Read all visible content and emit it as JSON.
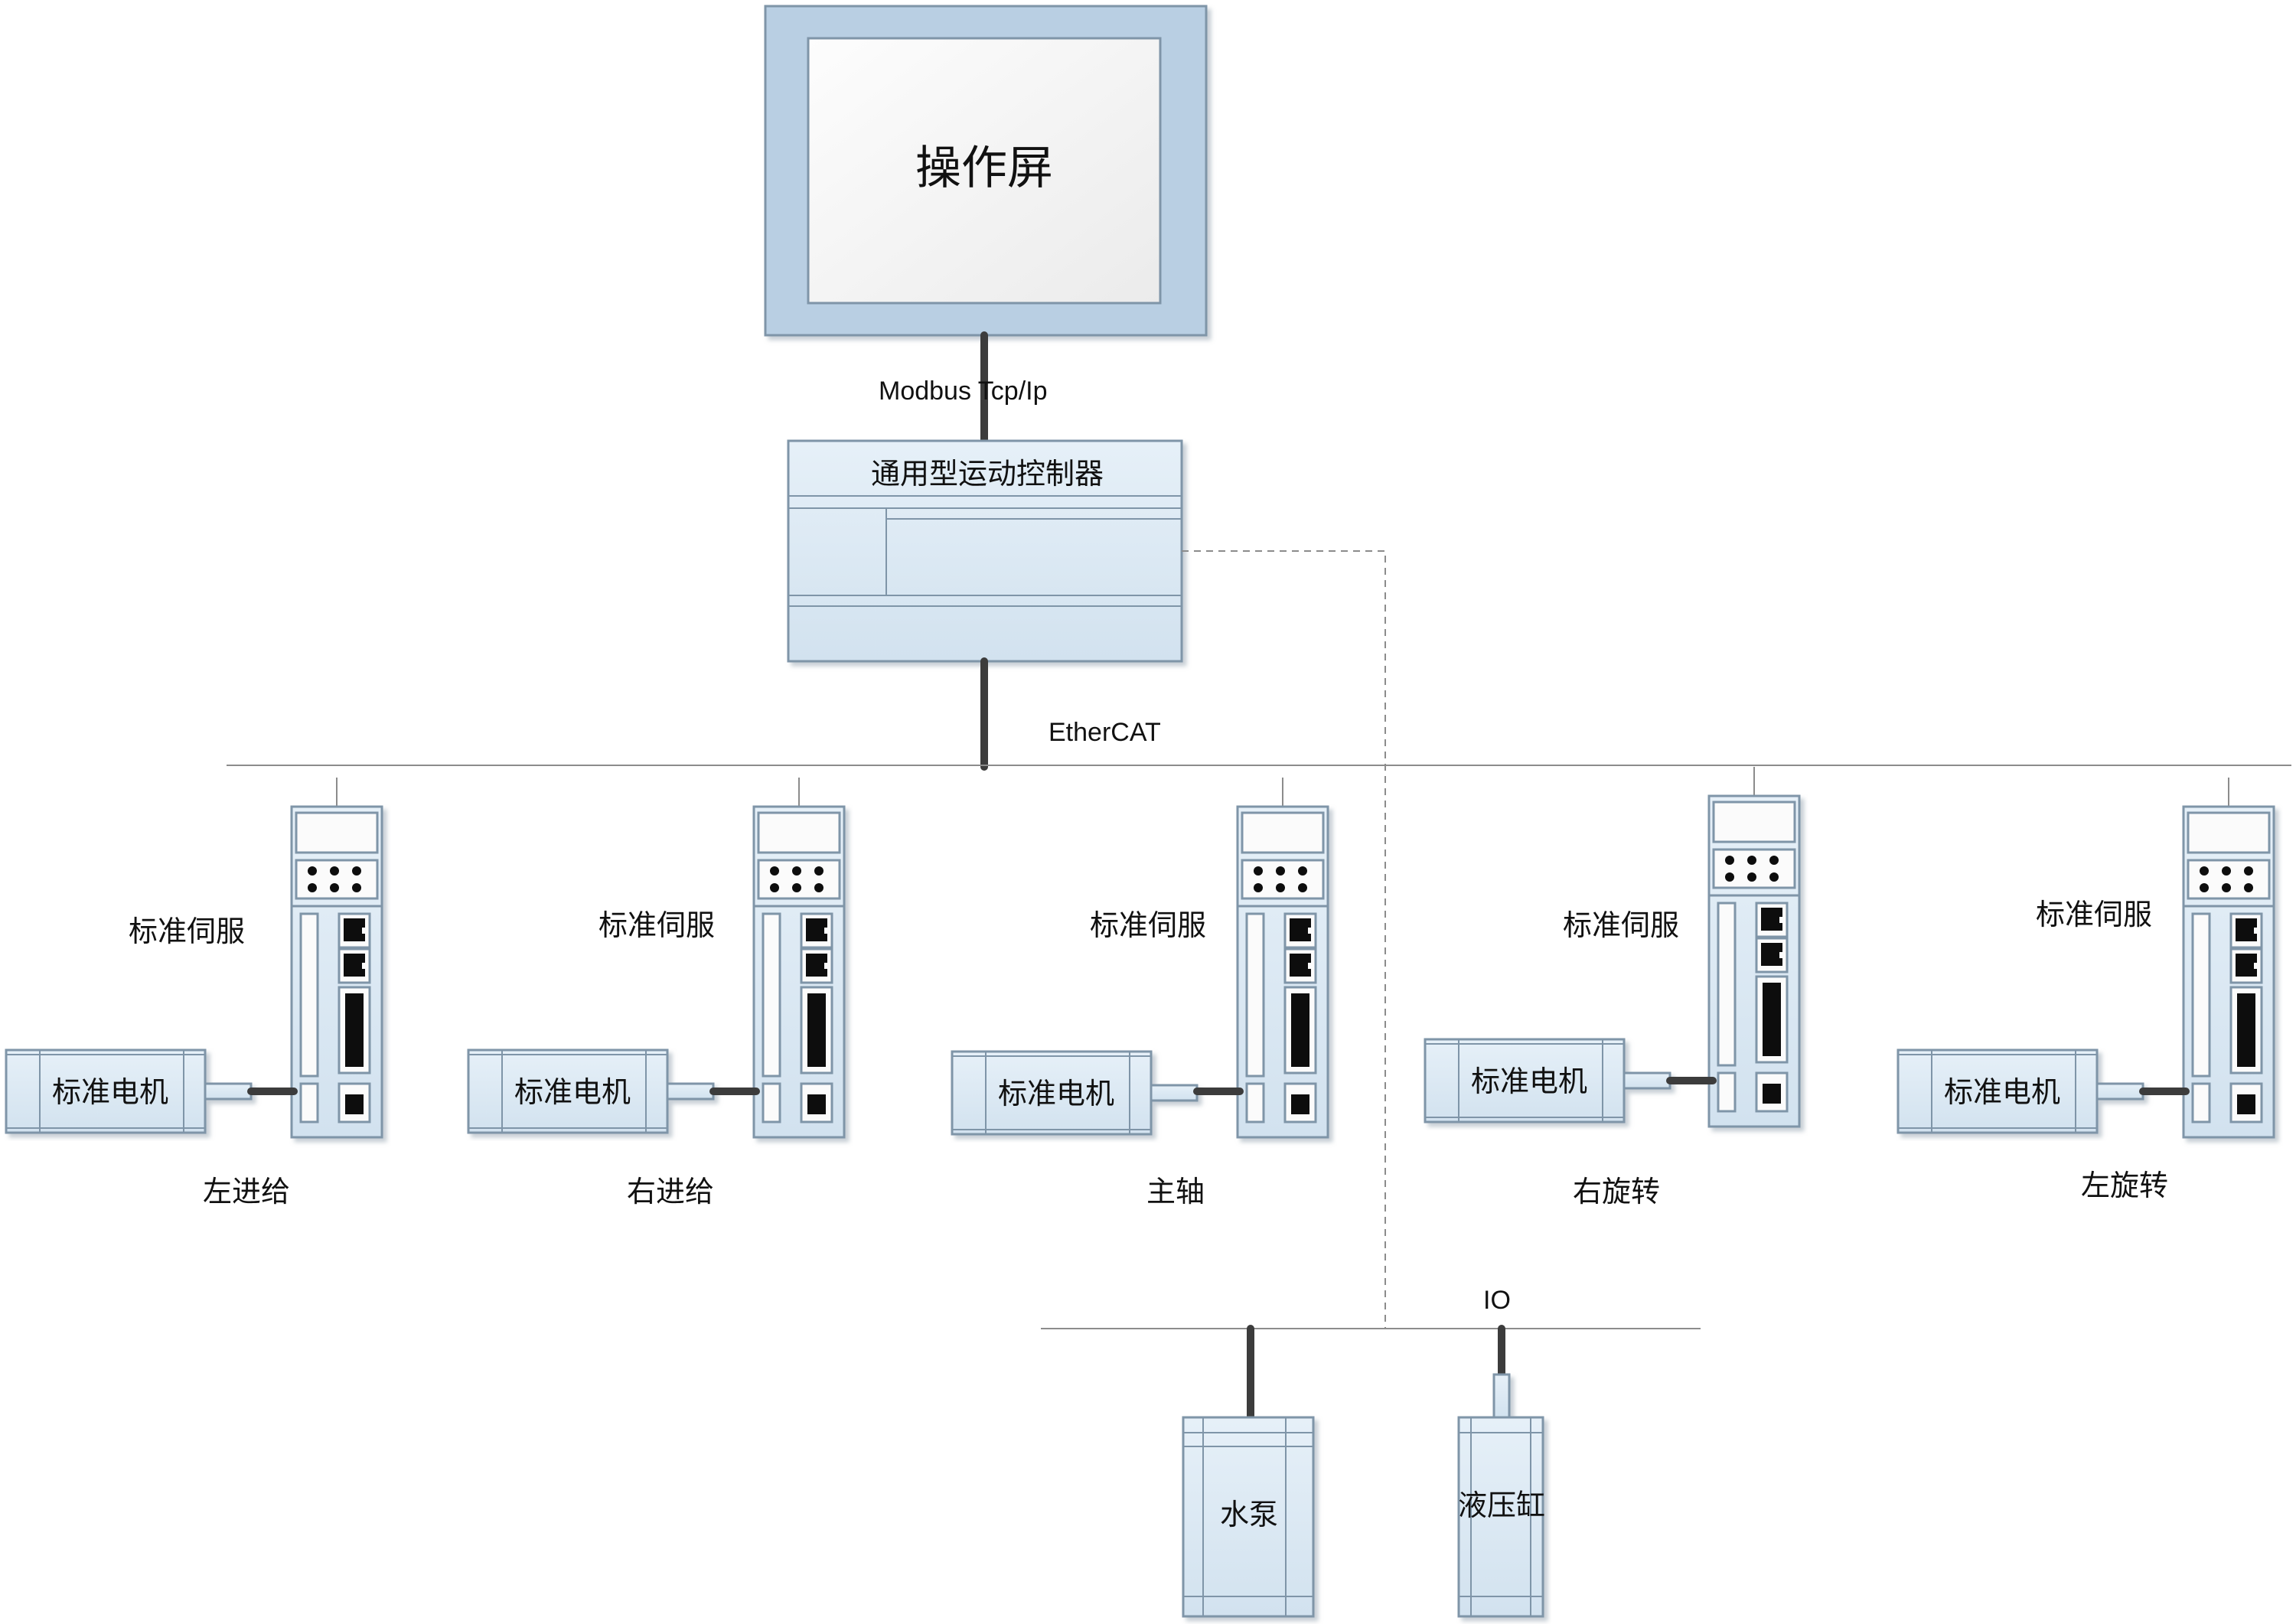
{
  "screen": {
    "label": "操作屏"
  },
  "links": {
    "modbus": "Modbus Tcp/Ip",
    "ethercat": "EtherCAT",
    "io": "IO"
  },
  "controller": {
    "label": "通用型运动控制器"
  },
  "axes": [
    {
      "servo_label": "标准伺服",
      "motor_label": "标准电机",
      "axis_label": "左进给"
    },
    {
      "servo_label": "标准伺服",
      "motor_label": "标准电机",
      "axis_label": "右进给"
    },
    {
      "servo_label": "标准伺服",
      "motor_label": "标准电机",
      "axis_label": "主轴"
    },
    {
      "servo_label": "标准伺服",
      "motor_label": "标准电机",
      "axis_label": "右旋转"
    },
    {
      "servo_label": "标准伺服",
      "motor_label": "标准电机",
      "axis_label": "左旋转"
    }
  ],
  "io_devices": [
    {
      "label": "水泵"
    },
    {
      "label": "液压缸"
    }
  ],
  "colors": {
    "device_fill": "#dbe8f2",
    "device_stroke": "#7f95a8",
    "screen_frame": "#b9cfe3",
    "line": "#3c3c3c",
    "bus": "#8c8c8c"
  }
}
